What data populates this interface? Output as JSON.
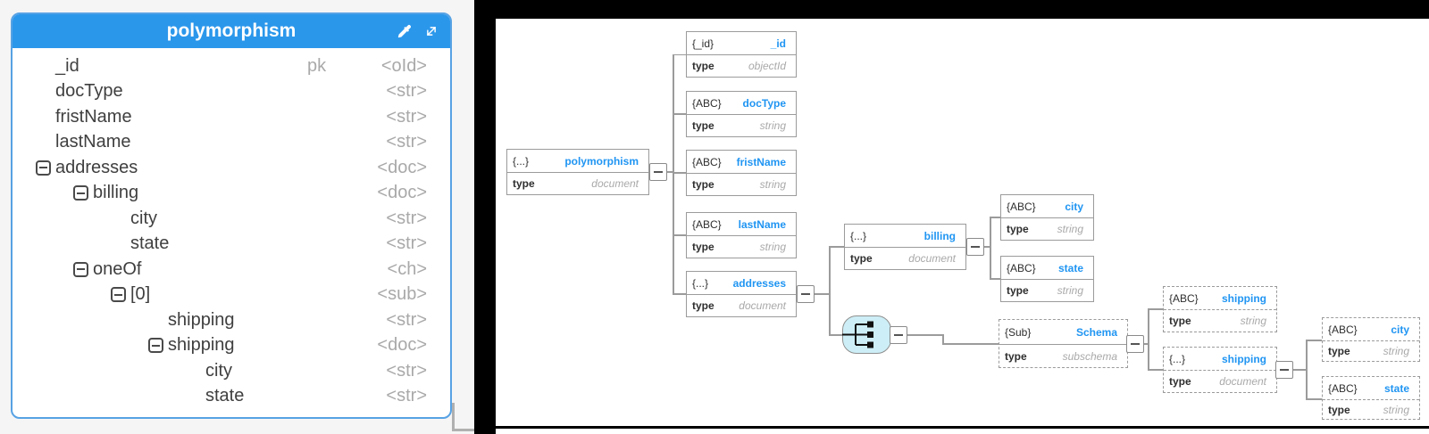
{
  "entity_panel": {
    "title": "polymorphism",
    "icons": {
      "eyedropper": "eyedropper-icon",
      "expand": "expand-diagonal-icon"
    },
    "fields": [
      {
        "name": "_id",
        "pk": "pk",
        "type": "<oId>",
        "level": 0,
        "toggle": false
      },
      {
        "name": "docType",
        "pk": "",
        "type": "<str>",
        "level": 0,
        "toggle": false
      },
      {
        "name": "fristName",
        "pk": "",
        "type": "<str>",
        "level": 0,
        "toggle": false
      },
      {
        "name": "lastName",
        "pk": "",
        "type": "<str>",
        "level": 0,
        "toggle": false
      },
      {
        "name": "addresses",
        "pk": "",
        "type": "<doc>",
        "level": 0,
        "toggle": true
      },
      {
        "name": "billing",
        "pk": "",
        "type": "<doc>",
        "level": 1,
        "toggle": true
      },
      {
        "name": "city",
        "pk": "",
        "type": "<str>",
        "level": 2,
        "toggle": false
      },
      {
        "name": "state",
        "pk": "",
        "type": "<str>",
        "level": 2,
        "toggle": false
      },
      {
        "name": "oneOf",
        "pk": "",
        "type": "<ch>",
        "level": 1,
        "toggle": true
      },
      {
        "name": "[0]",
        "pk": "",
        "type": "<sub>",
        "level": 2,
        "toggle": true
      },
      {
        "name": "shipping",
        "pk": "",
        "type": "<str>",
        "level": 3,
        "toggle": false
      },
      {
        "name": "shipping",
        "pk": "",
        "type": "<doc>",
        "level": 3,
        "toggle": true
      },
      {
        "name": "city",
        "pk": "",
        "type": "<str>",
        "level": 4,
        "toggle": false
      },
      {
        "name": "state",
        "pk": "",
        "type": "<str>",
        "level": 4,
        "toggle": false
      }
    ]
  },
  "diagram": {
    "type_label": "type",
    "choice_icon": "oneof-choice-icon",
    "nodes": [
      {
        "id": "polymorphism",
        "badge": "{...}",
        "name": "polymorphism",
        "type_value": "document"
      },
      {
        "id": "_id",
        "badge": "{_id}",
        "name": "_id",
        "type_value": "objectId"
      },
      {
        "id": "docType",
        "badge": "{ABC}",
        "name": "docType",
        "type_value": "string"
      },
      {
        "id": "fristName",
        "badge": "{ABC}",
        "name": "fristName",
        "type_value": "string"
      },
      {
        "id": "lastName",
        "badge": "{ABC}",
        "name": "lastName",
        "type_value": "string"
      },
      {
        "id": "addresses",
        "badge": "{...}",
        "name": "addresses",
        "type_value": "document"
      },
      {
        "id": "billing",
        "badge": "{...}",
        "name": "billing",
        "type_value": "document"
      },
      {
        "id": "city-billing",
        "badge": "{ABC}",
        "name": "city",
        "type_value": "string"
      },
      {
        "id": "state-billing",
        "badge": "{ABC}",
        "name": "state",
        "type_value": "string"
      },
      {
        "id": "schema",
        "badge": "{Sub}",
        "name": "Schema",
        "type_value": "subschema"
      },
      {
        "id": "shipping-string",
        "badge": "{ABC}",
        "name": "shipping",
        "type_value": "string"
      },
      {
        "id": "shipping-document",
        "badge": "{...}",
        "name": "shipping",
        "type_value": "document"
      },
      {
        "id": "city-shipping",
        "badge": "{ABC}",
        "name": "city",
        "type_value": "string"
      },
      {
        "id": "state-shipping",
        "badge": "{ABC}",
        "name": "state",
        "type_value": "string"
      }
    ]
  },
  "colors": {
    "header_blue": "#2b97eb",
    "panel_border_blue": "#57a2e4",
    "link_blue": "#2095f2",
    "box_border_gray": "#9b9b9b",
    "muted_text": "#a9a9a9",
    "choice_pill_fill": "#cdeef6",
    "frame_black": "#000000"
  }
}
